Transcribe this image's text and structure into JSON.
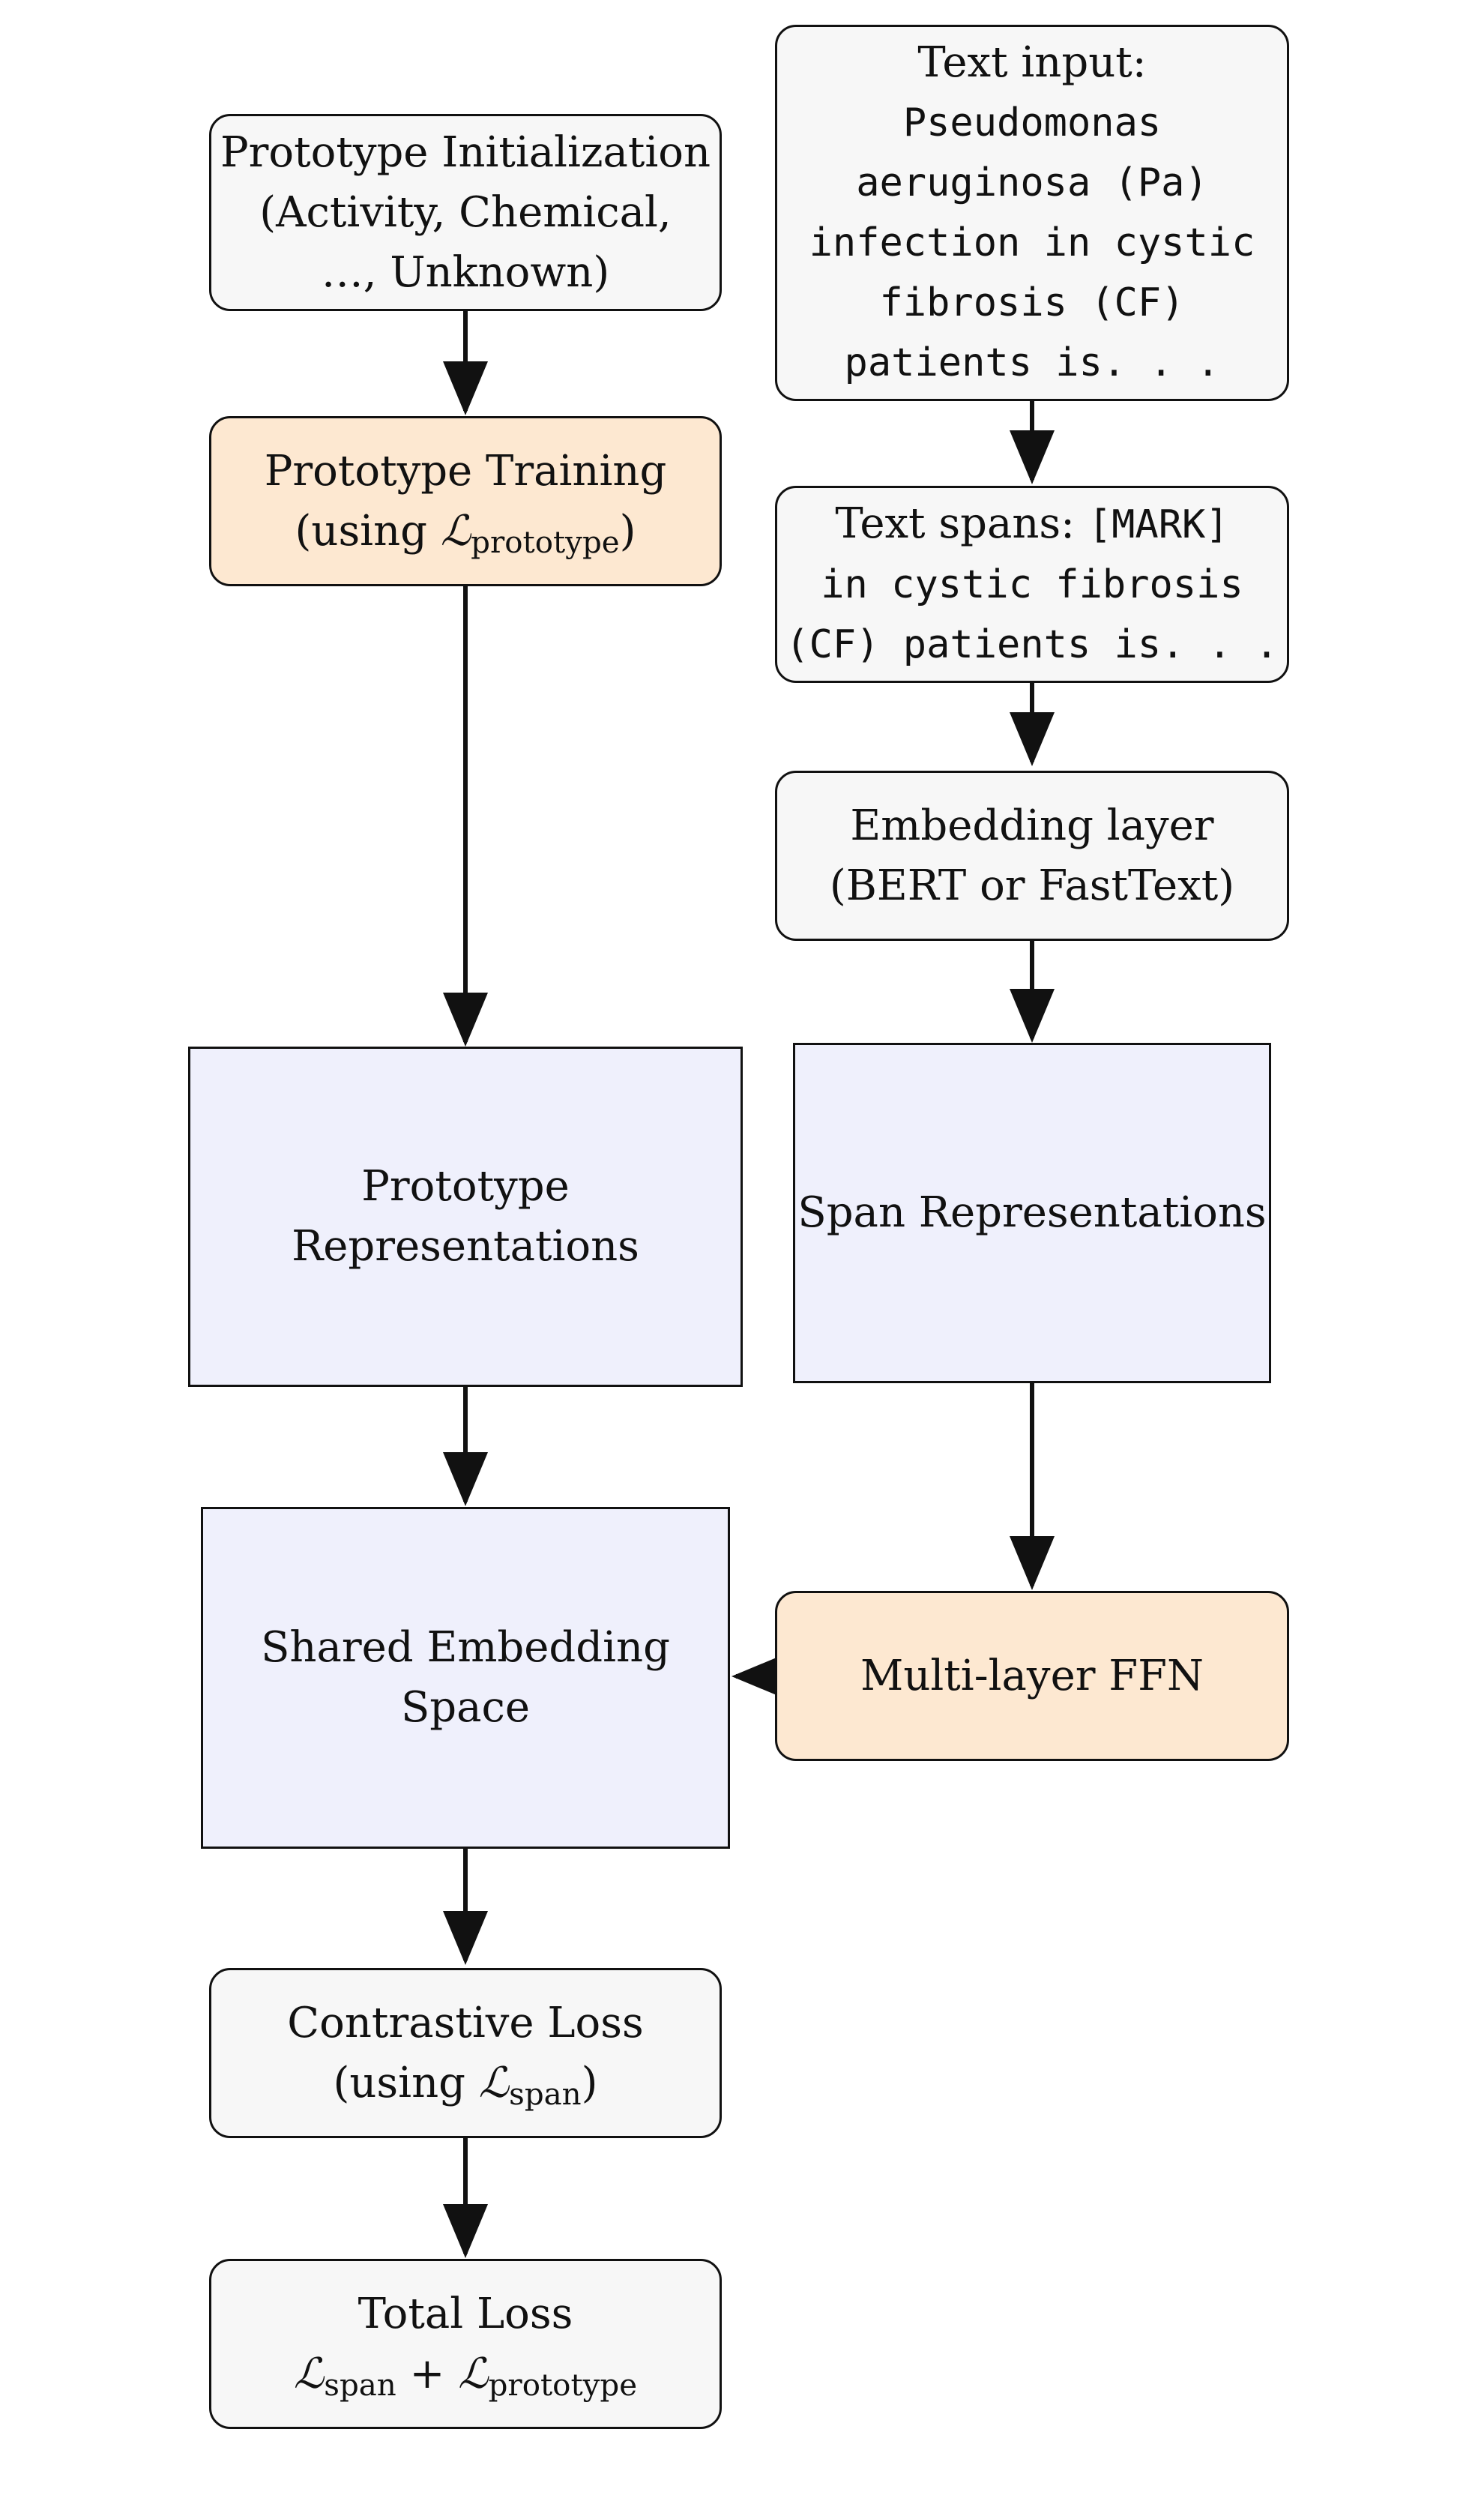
{
  "nodes": {
    "proto_init": {
      "line1": "Prototype Initialization",
      "line2": "(Activity, Chemical,",
      "line3": "…, Unknown)"
    },
    "proto_train": {
      "line1": "Prototype Training",
      "line2_prefix": "(using ",
      "loss_symbol": "ℒ",
      "loss_sub": "prototype",
      "line2_suffix": ")"
    },
    "text_input": {
      "line1": "Text input:",
      "line2": "Pseudomonas",
      "line3": "aeruginosa (Pa)",
      "line4": "infection in cystic",
      "line5": "fibrosis (CF)",
      "line6": "patients is. . ."
    },
    "text_spans": {
      "line1_prefix": "Text spans: ",
      "line1_mono": "[MARK]",
      "line2": "in cystic fibrosis",
      "line3": "(CF) patients is. . ."
    },
    "embedding": {
      "line1": "Embedding layer",
      "line2": "(BERT or FastText)"
    },
    "proto_repr": {
      "label": "Prototype Representations"
    },
    "span_repr": {
      "label": "Span Representations"
    },
    "shared": {
      "label": "Shared Embedding Space"
    },
    "ffn": {
      "label": "Multi-layer FFN"
    },
    "contrastive": {
      "line1": "Contrastive Loss",
      "line2_prefix": "(using ",
      "loss_symbol": "ℒ",
      "loss_sub": "span",
      "line2_suffix": ")"
    },
    "total": {
      "line1": "Total Loss",
      "sym1": "ℒ",
      "sub1": "span",
      "plus": " + ",
      "sym2": "ℒ",
      "sub2": "prototype"
    }
  },
  "colors": {
    "grey": "#f7f7f7",
    "peach": "#fde8d1",
    "lavender": "#eff0fc",
    "stroke": "#111111"
  }
}
